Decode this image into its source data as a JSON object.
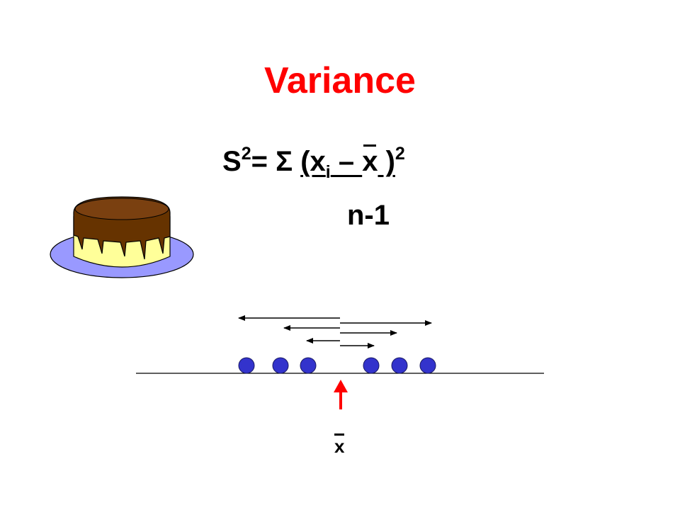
{
  "slide": {
    "title": "Variance",
    "formula": {
      "lhs": "S",
      "lhs_exp": "2",
      "equals_sigma": "= Σ ",
      "open": "(x",
      "sub_i": "i",
      "minus": " – ",
      "mean_symbol": "x",
      "close": " )",
      "exp": "2",
      "denominator": "n-1"
    },
    "mean_label": "x"
  },
  "colors": {
    "title": "#ff0000",
    "dot_fill": "#3333cc",
    "mean_arrow": "#ff0000",
    "plate": "#9999ff",
    "cake": "#ffff99",
    "icing": "#663300"
  },
  "icons": {
    "clipart": "cake-on-plate-icon",
    "mean_marker": "up-arrow-icon"
  }
}
